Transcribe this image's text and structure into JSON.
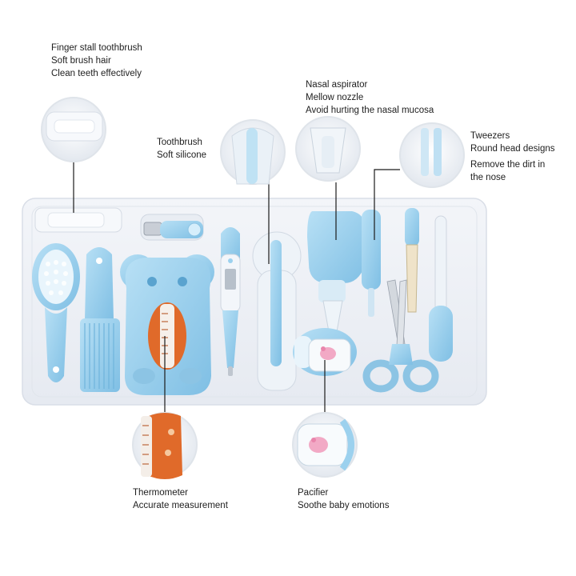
{
  "captions": {
    "finger_toothbrush": [
      "Finger stall toothbrush",
      "Soft brush hair",
      "Clean teeth effectively"
    ],
    "toothbrush": [
      "Toothbrush",
      "Soft silicone"
    ],
    "nasal_aspirator": [
      "Nasal aspirator",
      "Mellow nozzle",
      "Avoid hurting the nasal mucosa"
    ],
    "tweezers": [
      "Tweezers",
      "Round head designs",
      "Remove the dirt in",
      "the nose"
    ],
    "thermometer": [
      "Thermometer",
      "Accurate measurement"
    ],
    "pacifier": [
      "Pacifier",
      "Soothe baby emotions"
    ]
  },
  "colors": {
    "product_blue": "#9cd1ee",
    "product_blue_dark": "#6fb4dc",
    "tray": "#eef1f6",
    "thermo_orange": "#e06a2a",
    "leader_line": "#1a1a1a"
  }
}
